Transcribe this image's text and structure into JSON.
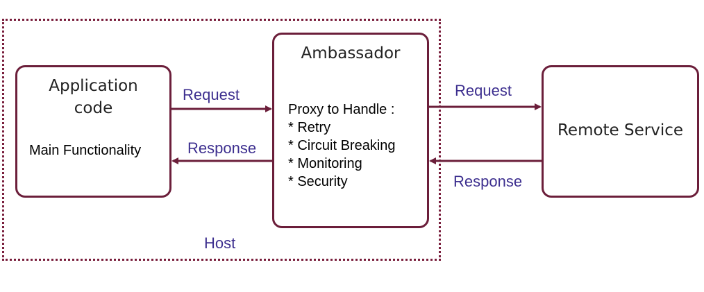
{
  "host": {
    "label": "Host"
  },
  "application": {
    "title_line1": "Application",
    "title_line2": "code",
    "body": "Main Functionality"
  },
  "ambassador": {
    "title": "Ambassador",
    "intro": "Proxy to Handle :",
    "items": [
      "* Retry",
      "* Circuit Breaking",
      "* Monitoring",
      "* Security"
    ]
  },
  "remote": {
    "title": "Remote Service"
  },
  "edges": {
    "app_to_ambassador": "Request",
    "ambassador_to_app": "Response",
    "ambassador_to_remote": "Request",
    "remote_to_ambassador": "Response"
  },
  "colors": {
    "box_border": "#6b1e3a",
    "arrow": "#6b1e3a",
    "edge_label": "#3d2f8f"
  }
}
